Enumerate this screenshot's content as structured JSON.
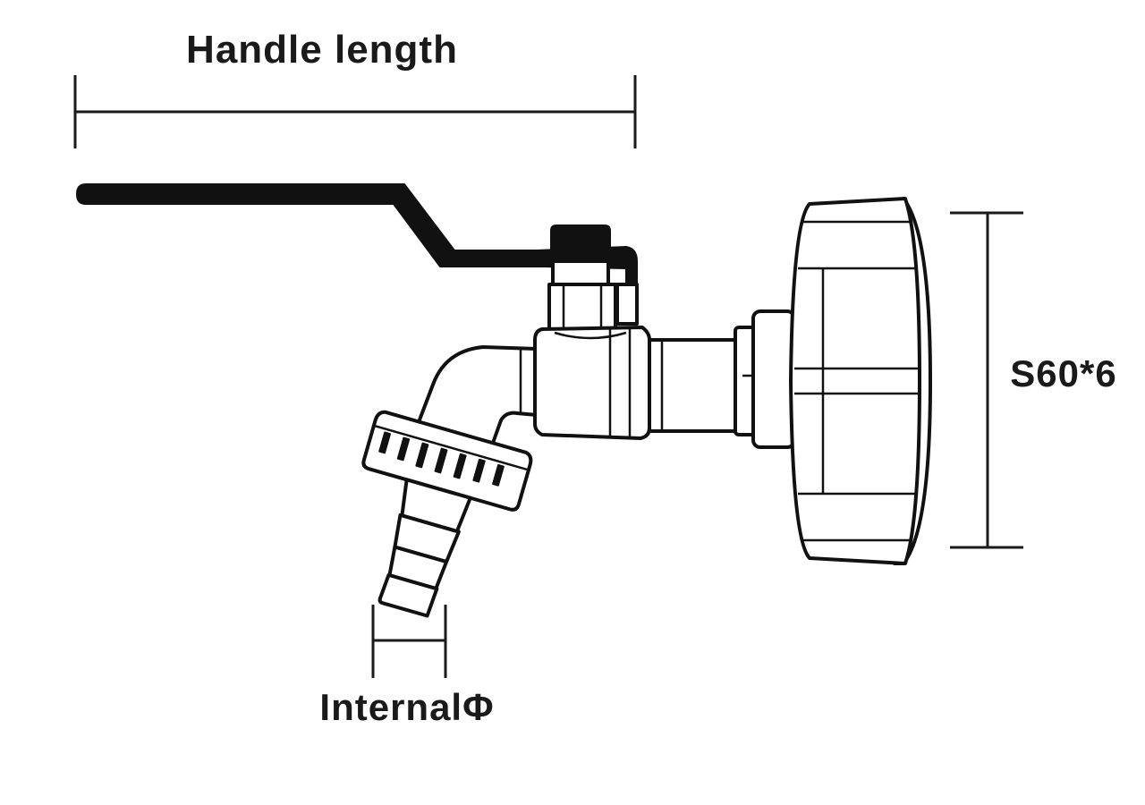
{
  "labels": {
    "handle_length": "Handle length",
    "thread_size": "S60*6",
    "internal_diameter": "InternalΦ"
  },
  "colors": {
    "ink": "#111111",
    "background": "#ffffff"
  }
}
